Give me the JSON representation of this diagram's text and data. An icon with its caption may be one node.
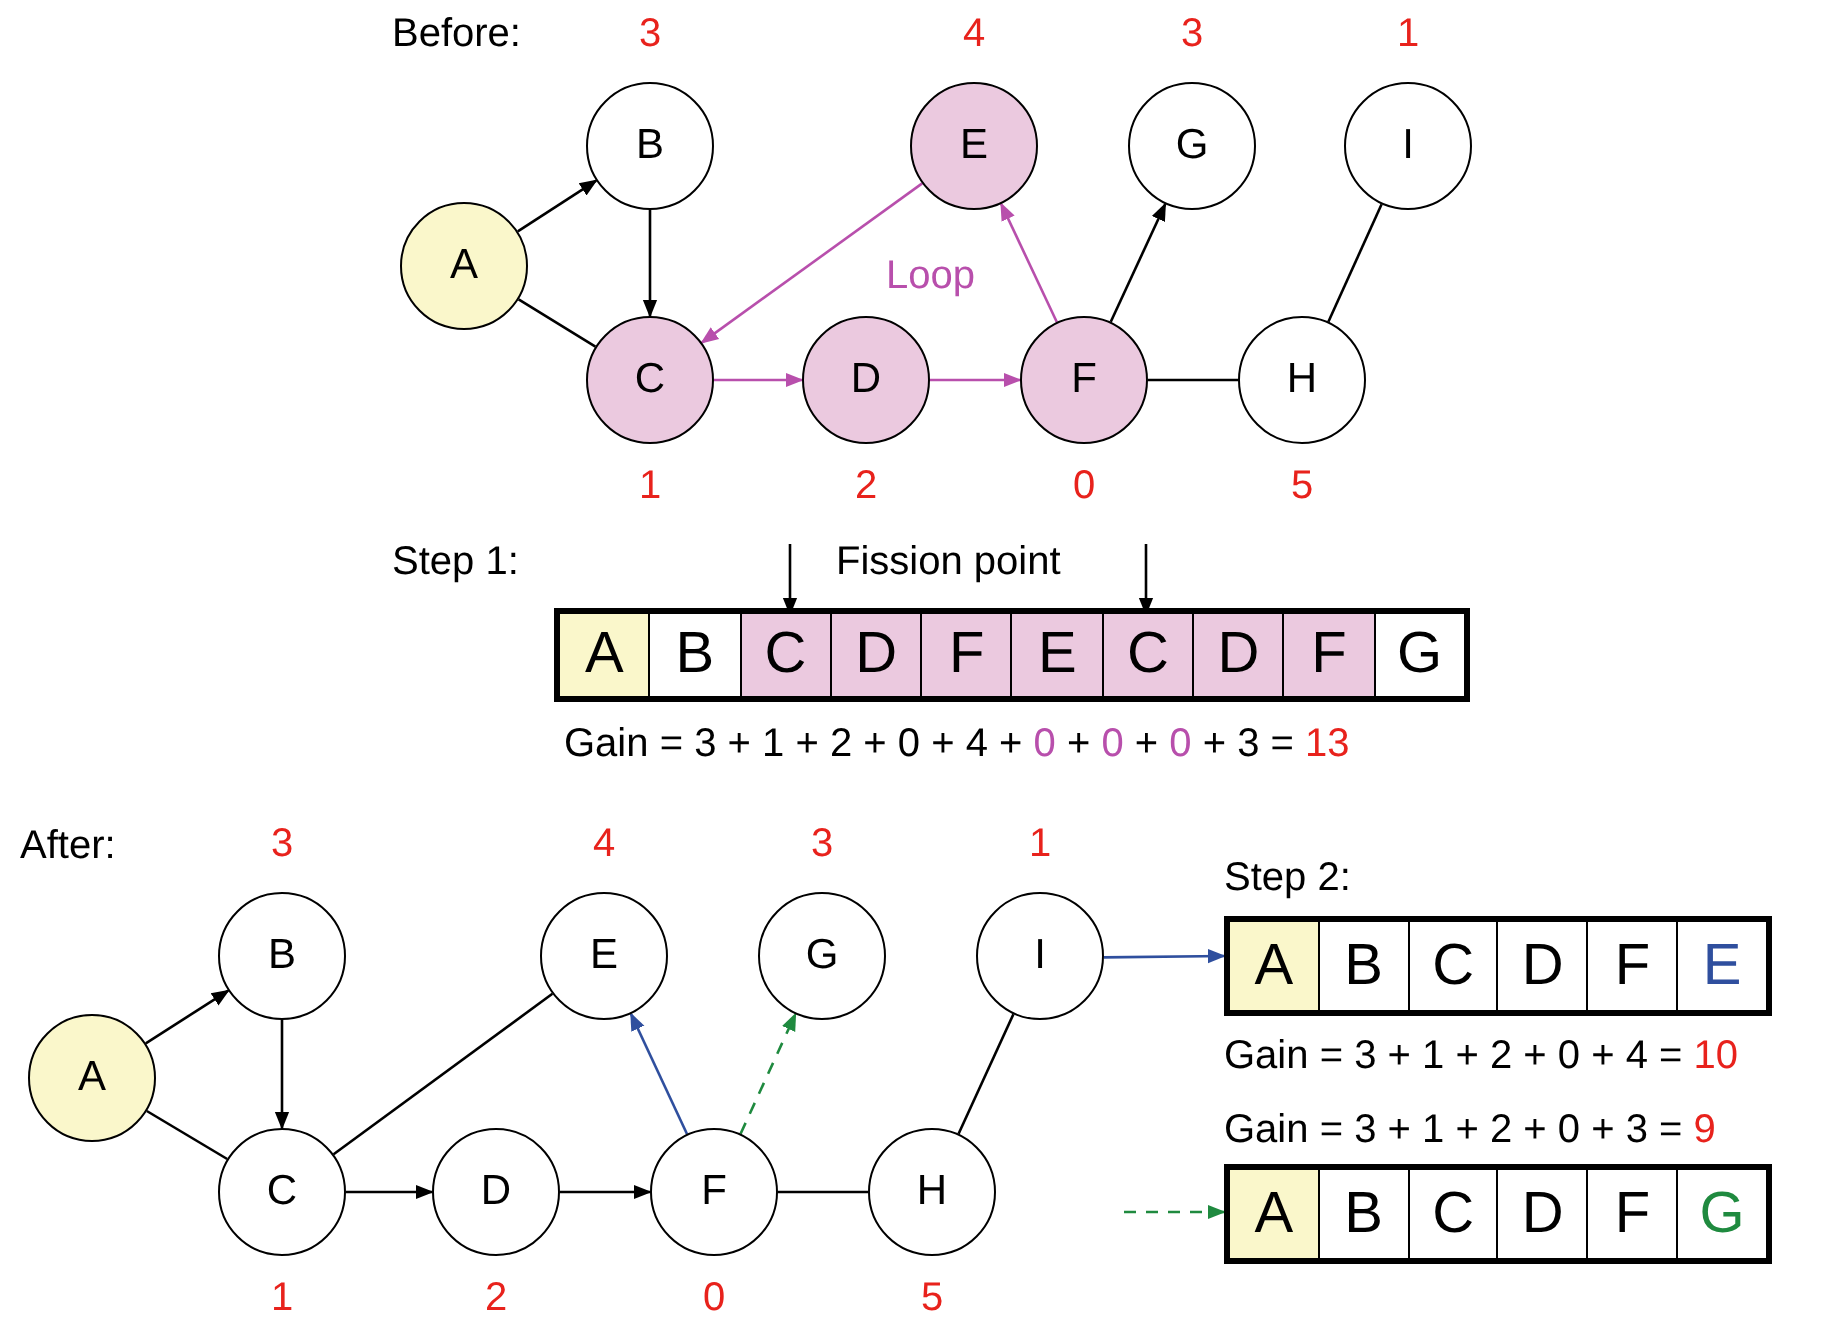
{
  "diagram": {
    "nodes": [
      {
        "text": [
          "A"
        ]
      },
      {
        "text": [
          "B"
        ],
        "beside": [
          "3"
        ]
      },
      {
        "text": [
          "C"
        ],
        "beside": [
          "1"
        ]
      },
      {
        "text": [
          "D"
        ],
        "beside": [
          "2"
        ]
      },
      {
        "text": [
          "E"
        ],
        "beside": [
          "4"
        ]
      },
      {
        "text": [
          "F"
        ],
        "beside": [
          "0"
        ]
      },
      {
        "text": [
          "G"
        ],
        "beside": [
          "3"
        ]
      },
      {
        "text": [
          "H"
        ],
        "beside": [
          "5"
        ]
      },
      {
        "text": [
          "I"
        ],
        "beside": [
          "1"
        ]
      },
      {
        "text": [],
        "shape": "box"
      },
      {
        "text": [
          "A"
        ],
        "in": 9
      },
      {
        "text": [
          "B"
        ],
        "in": 9
      },
      {
        "text": [
          "C"
        ],
        "in": 9
      },
      {
        "text": [
          "D"
        ],
        "in": 9
      },
      {
        "text": [
          "F"
        ],
        "in": 9
      },
      {
        "text": [
          "E"
        ],
        "in": 9
      },
      {
        "text": [
          "C"
        ],
        "in": 9
      },
      {
        "text": [
          "D"
        ],
        "in": 9
      },
      {
        "text": [
          "F"
        ],
        "in": 9
      },
      {
        "text": [
          "G"
        ],
        "in": 9
      },
      {
        "text": [
          "A"
        ]
      },
      {
        "text": [
          "B"
        ],
        "beside": [
          "3"
        ]
      },
      {
        "text": [
          "C"
        ],
        "beside": [
          "1"
        ]
      },
      {
        "text": [
          "D"
        ],
        "beside": [
          "2"
        ]
      },
      {
        "text": [
          "E"
        ],
        "beside": [
          "4"
        ]
      },
      {
        "text": [
          "F"
        ],
        "beside": [
          "0"
        ]
      },
      {
        "text": [
          "G"
        ],
        "beside": [
          "3"
        ]
      },
      {
        "text": [
          "H"
        ],
        "beside": [
          "5"
        ]
      },
      {
        "text": [
          "I"
        ],
        "beside": [
          "1"
        ]
      },
      {
        "text": [],
        "shape": "box"
      },
      {
        "text": [
          "A"
        ],
        "in": 29
      },
      {
        "text": [
          "B"
        ],
        "in": 29
      },
      {
        "text": [
          "C"
        ],
        "in": 29
      },
      {
        "text": [
          "D"
        ],
        "in": 29
      },
      {
        "text": [
          "F"
        ],
        "in": 29
      },
      {
        "text": [
          "E"
        ],
        "in": 29
      },
      {
        "text": [],
        "shape": "box"
      },
      {
        "text": [
          "A"
        ],
        "in": 36
      },
      {
        "text": [
          "B"
        ],
        "in": 36
      },
      {
        "text": [
          "C"
        ],
        "in": 36
      },
      {
        "text": [
          "D"
        ],
        "in": 36
      },
      {
        "text": [
          "F"
        ],
        "in": 36
      },
      {
        "text": [
          "G"
        ],
        "in": 36
      }
    ],
    "edges": [
      {
        "from": 0,
        "to": 1,
        "arrow": "to"
      },
      {
        "from": 0,
        "to": 2,
        "arrow": "none"
      },
      {
        "from": 1,
        "to": 2,
        "arrow": "to"
      },
      {
        "from": 4,
        "to": 2,
        "arrow": "to",
        "color": "#b84fac"
      },
      {
        "from": 2,
        "to": 3,
        "arrow": "to",
        "color": "#b84fac"
      },
      {
        "from": 3,
        "to": 5,
        "arrow": "to",
        "color": "#b84fac"
      },
      {
        "from": 5,
        "to": 4,
        "arrow": "to",
        "color": "#b84fac"
      },
      {
        "from": 5,
        "to": 6,
        "arrow": "to"
      },
      {
        "from": 5,
        "to": 7,
        "arrow": "none"
      },
      {
        "from": 7,
        "to": 8,
        "arrow": "none"
      },
      {
        "from": null,
        "to": 12,
        "arrow": "to"
      },
      {
        "from": null,
        "to": 16,
        "arrow": "to"
      },
      {
        "from": 20,
        "to": 21,
        "arrow": "to"
      },
      {
        "from": 20,
        "to": 22,
        "arrow": "none"
      },
      {
        "from": 21,
        "to": 22,
        "arrow": "to"
      },
      {
        "from": 22,
        "to": 24,
        "arrow": "none"
      },
      {
        "from": 22,
        "to": 23,
        "arrow": "to"
      },
      {
        "from": 23,
        "to": 25,
        "arrow": "to"
      },
      {
        "from": 25,
        "to": 24,
        "arrow": "to",
        "color": "#2f4f9e"
      },
      {
        "from": 25,
        "to": 26,
        "arrow": "to",
        "style": "dashed",
        "color": "#1f8a3f"
      },
      {
        "from": 25,
        "to": 27,
        "arrow": "none"
      },
      {
        "from": 27,
        "to": 28,
        "arrow": "none"
      },
      {
        "from": 28,
        "to": 29,
        "arrow": "to",
        "color": "#2f4f9e"
      },
      {
        "from": null,
        "to": 36,
        "arrow": "to",
        "style": "dashed",
        "color": "#1f8a3f"
      }
    ],
    "labels": [
      "Before:",
      "Loop",
      "Step 1:",
      "Fission point",
      "Gain = 3 + 1 + 2 + 0 + 4 + 0 + 0 + 0 + 3 = 13",
      "After:",
      "Step 2:",
      "Gain = 3 + 1 + 2 + 0 + 4 = 10",
      "Gain = 3 + 1 + 2 + 0 + 3 = 9"
    ]
  }
}
